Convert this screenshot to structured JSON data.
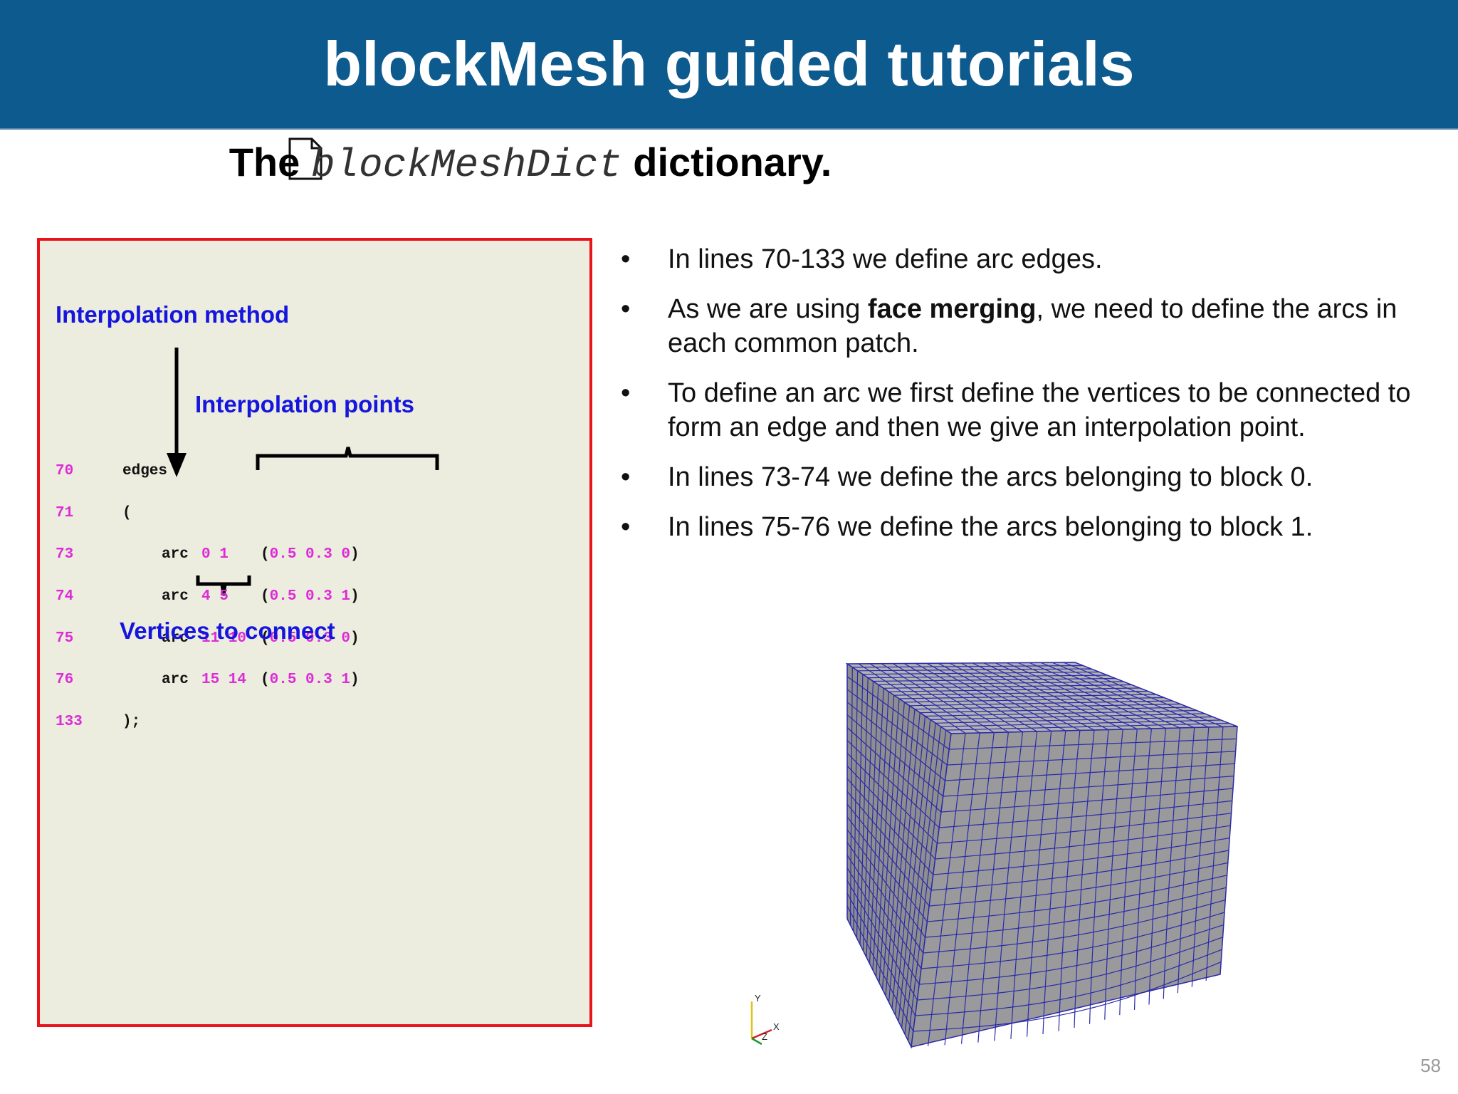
{
  "header": {
    "title": "blockMesh guided tutorials"
  },
  "subtitle": {
    "prefix": "The ",
    "code": "blockMeshDict",
    "suffix": " dictionary."
  },
  "code_panel": {
    "labels": {
      "interpolation_method": "Interpolation method",
      "interpolation_points": "Interpolation points",
      "vertices_to_connect": "Vertices to connect"
    },
    "lines": [
      {
        "num": "70",
        "text": "edges"
      },
      {
        "num": "71",
        "text": "("
      },
      {
        "num": "73",
        "kw": "arc",
        "verts": "0 1",
        "point": "0.5 0.3 0"
      },
      {
        "num": "74",
        "kw": "arc",
        "verts": "4 5",
        "point": "0.5 0.3 1"
      },
      {
        "num": "75",
        "kw": "arc",
        "verts": "11 10",
        "point": "0.5 0.3 0"
      },
      {
        "num": "76",
        "kw": "arc",
        "verts": "15 14",
        "point": "0.5 0.3 1"
      },
      {
        "num": "133",
        "text": ");"
      }
    ]
  },
  "bullets": [
    {
      "marker": "•",
      "text": "In lines 70-133 we define arc edges."
    },
    {
      "marker": "•",
      "pre": "As we are using ",
      "bold": "face merging",
      "post": ", we need to define the arcs in each common patch."
    },
    {
      "marker": "•",
      "text": "To define an arc we first define the vertices to be connected to form an edge and then we give an interpolation point."
    },
    {
      "marker": "•",
      "text": "In lines 73-74 we define the arcs belonging to block 0."
    },
    {
      "marker": "•",
      "text": "In lines 75-76 we define the arcs belonging to block 1."
    }
  ],
  "axes": {
    "y": "Y",
    "x": "X",
    "z": "Z"
  },
  "page_number": "58",
  "colors": {
    "header": "#0d5a8e",
    "label": "#1515dd",
    "line_number": "#dd2bd8",
    "box_border": "#e8131b",
    "box_fill": "#ecedde",
    "mesh_line": "#2a2aa8"
  }
}
